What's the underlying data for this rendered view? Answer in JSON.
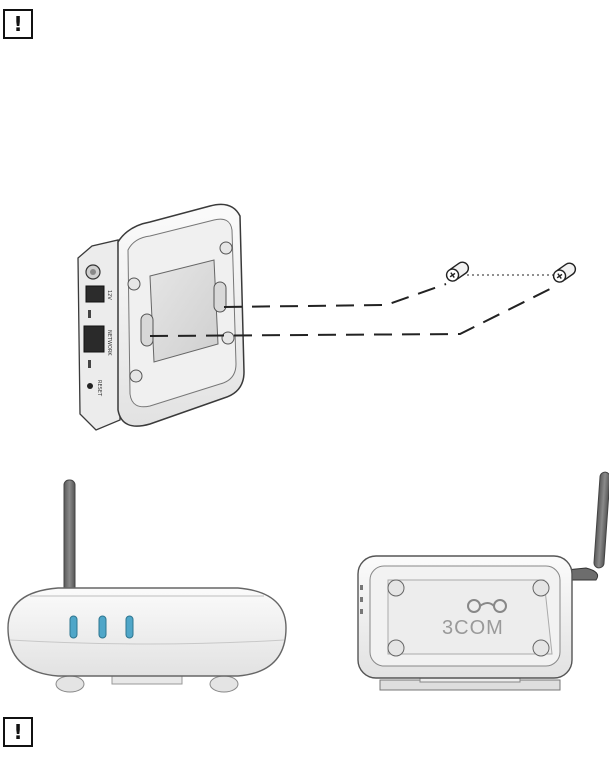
{
  "notices": {
    "top_glyph": "!",
    "bottom_glyph": "!"
  },
  "rear_panel": {
    "port_label_1": "12V",
    "port_label_2": "NETWORK",
    "reset_label": "RESET"
  },
  "front_unit": {
    "led_count": 3,
    "led_color": "#4fa6c8"
  },
  "wall_unit": {
    "brand_text": "3COM"
  },
  "colors": {
    "outline": "#3a3a3a",
    "body_fill": "#f4f4f4",
    "shadow_fill": "#d9d9d9",
    "antenna": "#6b6b6b",
    "dash_line": "#222222"
  }
}
